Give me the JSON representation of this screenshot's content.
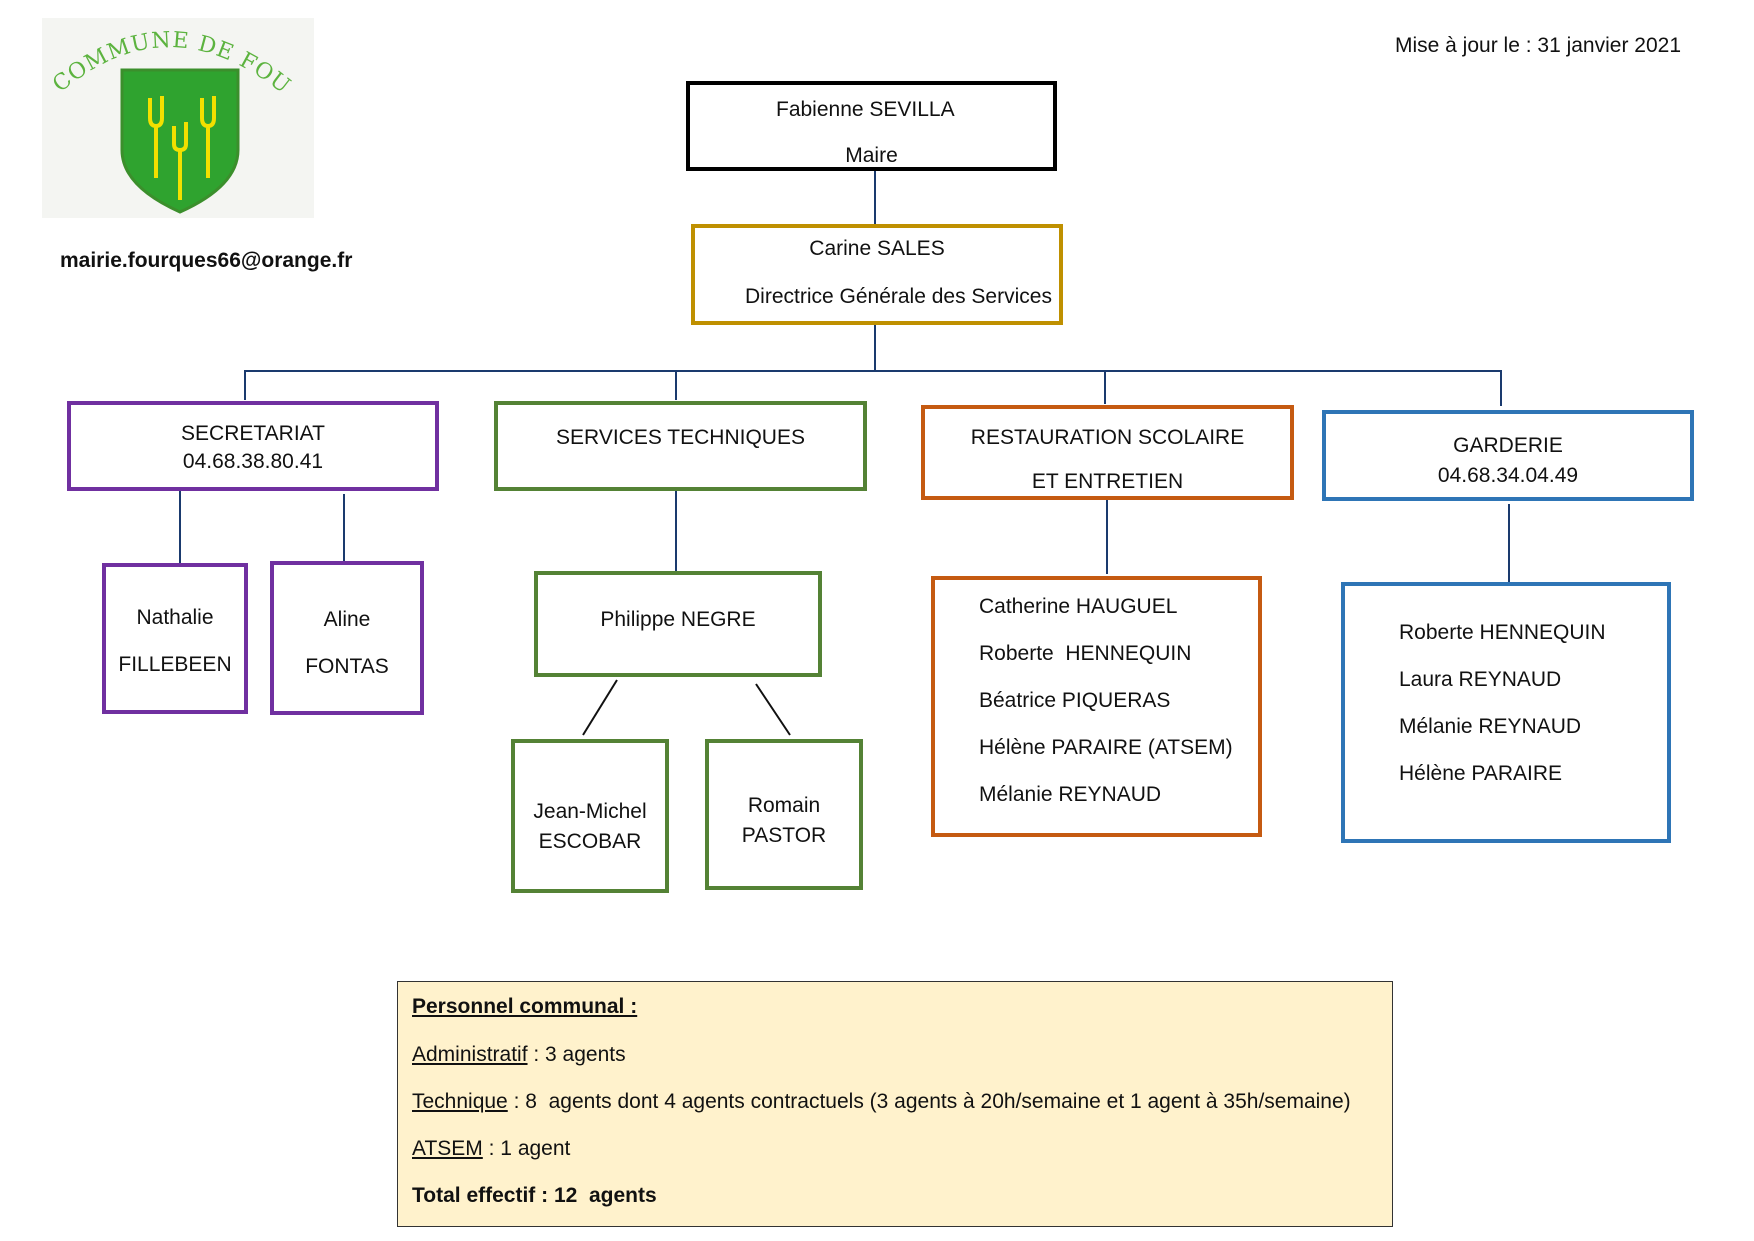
{
  "header": {
    "logo_text": "COMMUNE DE FOURQUES",
    "email": "mairie.fourques66@orange.fr",
    "updated": "Mise à jour le : 31 janvier 2021"
  },
  "mayor": {
    "name": "Fabienne SEVILLA",
    "role": "Maire"
  },
  "dgs": {
    "name": "Carine SALES",
    "role": "Directrice Générale des Services"
  },
  "departments": {
    "secretariat": {
      "title": "SECRETARIAT",
      "phone": "04.68.38.80.41",
      "staff": [
        {
          "first": "Nathalie",
          "last": "FILLEBEEN"
        },
        {
          "first": "Aline",
          "last": "FONTAS"
        }
      ]
    },
    "technique": {
      "title": "SERVICES TECHNIQUES",
      "head": "Philippe NEGRE",
      "staff": [
        {
          "first": "Jean-Michel",
          "last": "ESCOBAR"
        },
        {
          "first": "Romain",
          "last": "PASTOR"
        }
      ]
    },
    "restauration": {
      "title_line1": "RESTAURATION SCOLAIRE",
      "title_line2": "ET ENTRETIEN",
      "staff": [
        "Catherine HAUGUEL",
        "Roberte  HENNEQUIN",
        "Béatrice PIQUERAS",
        "Hélène PARAIRE (ATSEM)",
        "Mélanie REYNAUD"
      ]
    },
    "garderie": {
      "title": "GARDERIE",
      "phone": "04.68.34.04.49",
      "staff": [
        "Roberte HENNEQUIN",
        "Laura REYNAUD",
        "Mélanie REYNAUD",
        "Hélène PARAIRE"
      ]
    }
  },
  "personnel": {
    "heading": "Personnel communal :",
    "admin_label": "Administratif",
    "admin_value": " : 3 agents",
    "tech_label": "Technique",
    "tech_value": " : 8  agents dont 4 agents contractuels (3 agents à 20h/semaine et 1 agent à 35h/semaine)",
    "atsem_label": "ATSEM",
    "atsem_value": " : 1 agent",
    "total": "Total effectif : 12  agents"
  },
  "colors": {
    "secretariat": "#7030a0",
    "technique": "#548235",
    "restauration": "#c55a11",
    "garderie": "#2e75b6",
    "dgs": "#bf9000",
    "mayor": "#000000",
    "connector": "#1a3a6e",
    "personnel_bg": "#fff2cc",
    "logo_green": "#5cb33f",
    "shield_green": "#2fa32f",
    "shield_yellow": "#f2e000"
  }
}
